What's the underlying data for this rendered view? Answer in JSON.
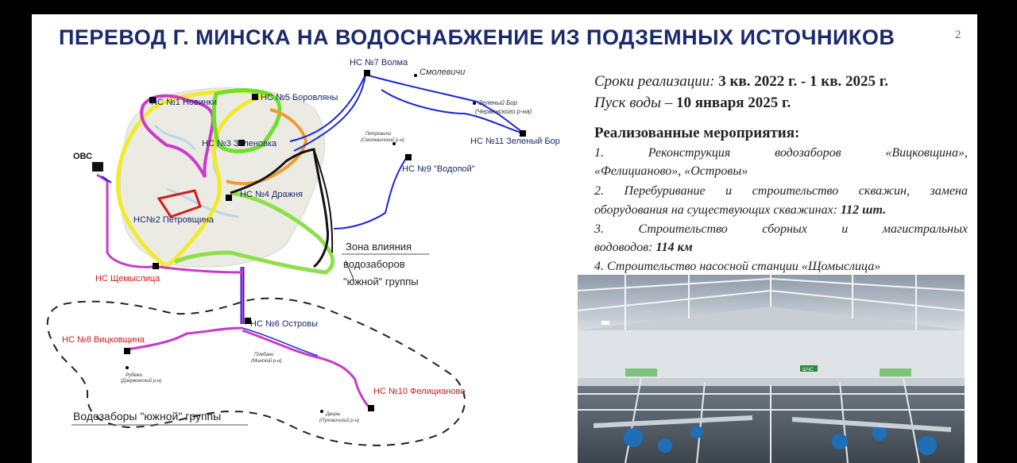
{
  "slide": {
    "title": "ПЕРЕВОД Г. МИНСКА НА ВОДОСНАБЖЕНИЕ ИЗ ПОДЗЕМНЫХ ИСТОЧНИКОВ",
    "page_number": "2"
  },
  "map": {
    "stations": {
      "ns7": "НС №7 Волма",
      "ns5": "НС №5 Боровляны",
      "ns1": "НС №1 Новинки",
      "ns3": "НС №3 Зеленовка",
      "ns9": "НС №9 \"Водопой\"",
      "ns11": "НС №11 Зеленый Бор",
      "ns4": "НС №4 Дражня",
      "ns2": "НС№2 Петровщина",
      "ns_schemyslitsa": "НС Щемыслица",
      "ns6": "НС №6 Островы",
      "ns8": "НС №8 Вицковщина",
      "ns10": "НС №10 Фелицианово"
    },
    "places": {
      "smolevichi": "Смолевичи",
      "zeleny_bor": "Зеленый Бор",
      "cherven": "(Червенского р-на)",
      "petrovichi": "Петровичи",
      "smol_rn": "(Смолевичский р-н)",
      "ovs": "ОВС",
      "rubezh": "Рубежи",
      "dzerzh": "(Дзержинский р-н)",
      "plebani": "Плебани",
      "minsk_rn": "(Минский р-н)",
      "dvory": "Дворы",
      "pukh": "(Пуховичский р-н)"
    },
    "zone_label": [
      "Зона влияния",
      "водозаборов",
      "\"южной\" группы"
    ],
    "group_label": "Водозаборы \"южной\" группы",
    "colors": {
      "red_label": "#cc1a1a",
      "navy": "#1a2a6c",
      "pipe_blue": "#1c25d6",
      "pipe_magenta": "#d22fd2"
    }
  },
  "info": {
    "terms_label": "Сроки реализации:",
    "terms_value": "3 кв. 2022 г. - 1 кв. 2025 г.",
    "launch_label": "Пуск воды –",
    "launch_value": "10 января 2025 г.",
    "heading": "Реализованные мероприятия:",
    "item1_a": "1.   Реконструкция   водозаборов   «Вицковщина»,",
    "item1_b": "«Фелицианово», «Островы»",
    "item2_a": "2. Перебуривание и строительство скважин, замена",
    "item2_b": "оборудования на существующих скважинах:",
    "item2_value": "112 шт.",
    "item3_a": "3.    Строительство    сборных    и    магистральных",
    "item3_b": "водоводов:",
    "item3_value": "114 км",
    "item4": "4. Строительство насосной станции «Щомыслица»"
  },
  "photo": {
    "sign": "ШЧС"
  }
}
